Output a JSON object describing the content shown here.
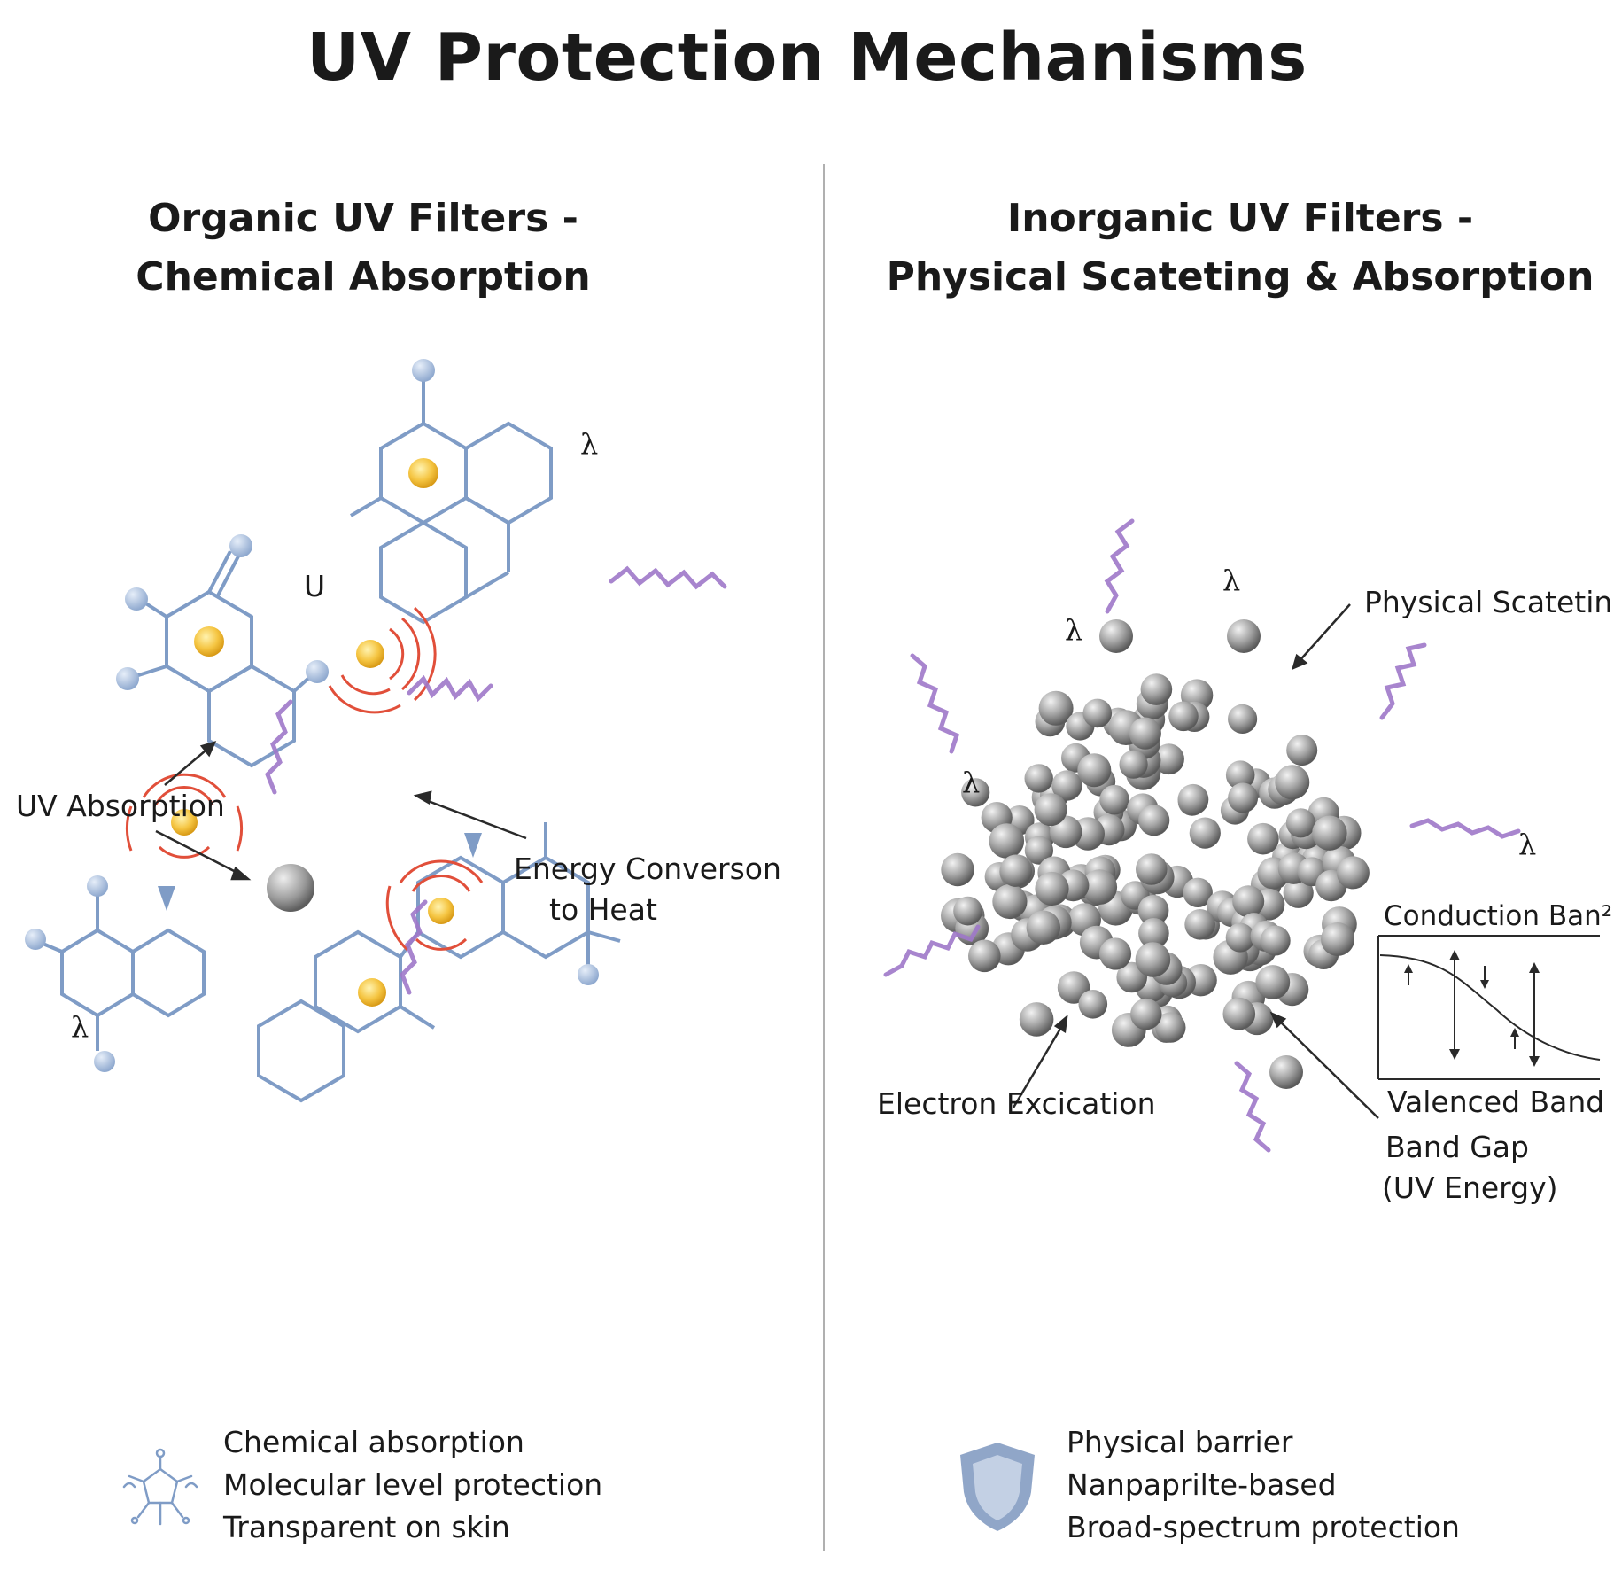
{
  "title": "UV Protection Mechanisms",
  "colors": {
    "molecule": "#7f9cc6",
    "atom": "#a8c0e0",
    "core": "#f5c542",
    "uv_wave": "#9f78c9",
    "heat_wave": "#e14f3a",
    "particle": "#8f8f8f",
    "divider": "#b0b0b0",
    "shield": "#90a6c8"
  },
  "organic": {
    "heading_line1": "Organic UV Filters -",
    "heading_line2": "Chemical Absorption",
    "label_uv_absorption": "UV Absorption",
    "label_energy_line1": "Energy Converson",
    "label_energy_line2": "to Heat",
    "symbol_u": "U",
    "lambda": "λ",
    "features": [
      "Chemical absorption",
      "Molecular level protection",
      "Transparent on skin"
    ],
    "icon": "molecule-icon"
  },
  "inorganic": {
    "heading_line1": "Inorganic UV Filters -",
    "heading_line2": "Physical Scateting & Absorption",
    "label_physical_scattering": "Physical Scateting",
    "label_conduction": "Conduction Ban²",
    "label_valence": "Valenced Band",
    "label_band_gap_line1": "Band Gap",
    "label_band_gap_line2": "(UV Energy)",
    "label_electron": "Electron Excication",
    "lambda": "λ",
    "features": [
      "Physical barrier",
      "Nanpaprilte-based",
      "Broad-spectrum protection"
    ],
    "icon": "shield-icon"
  }
}
